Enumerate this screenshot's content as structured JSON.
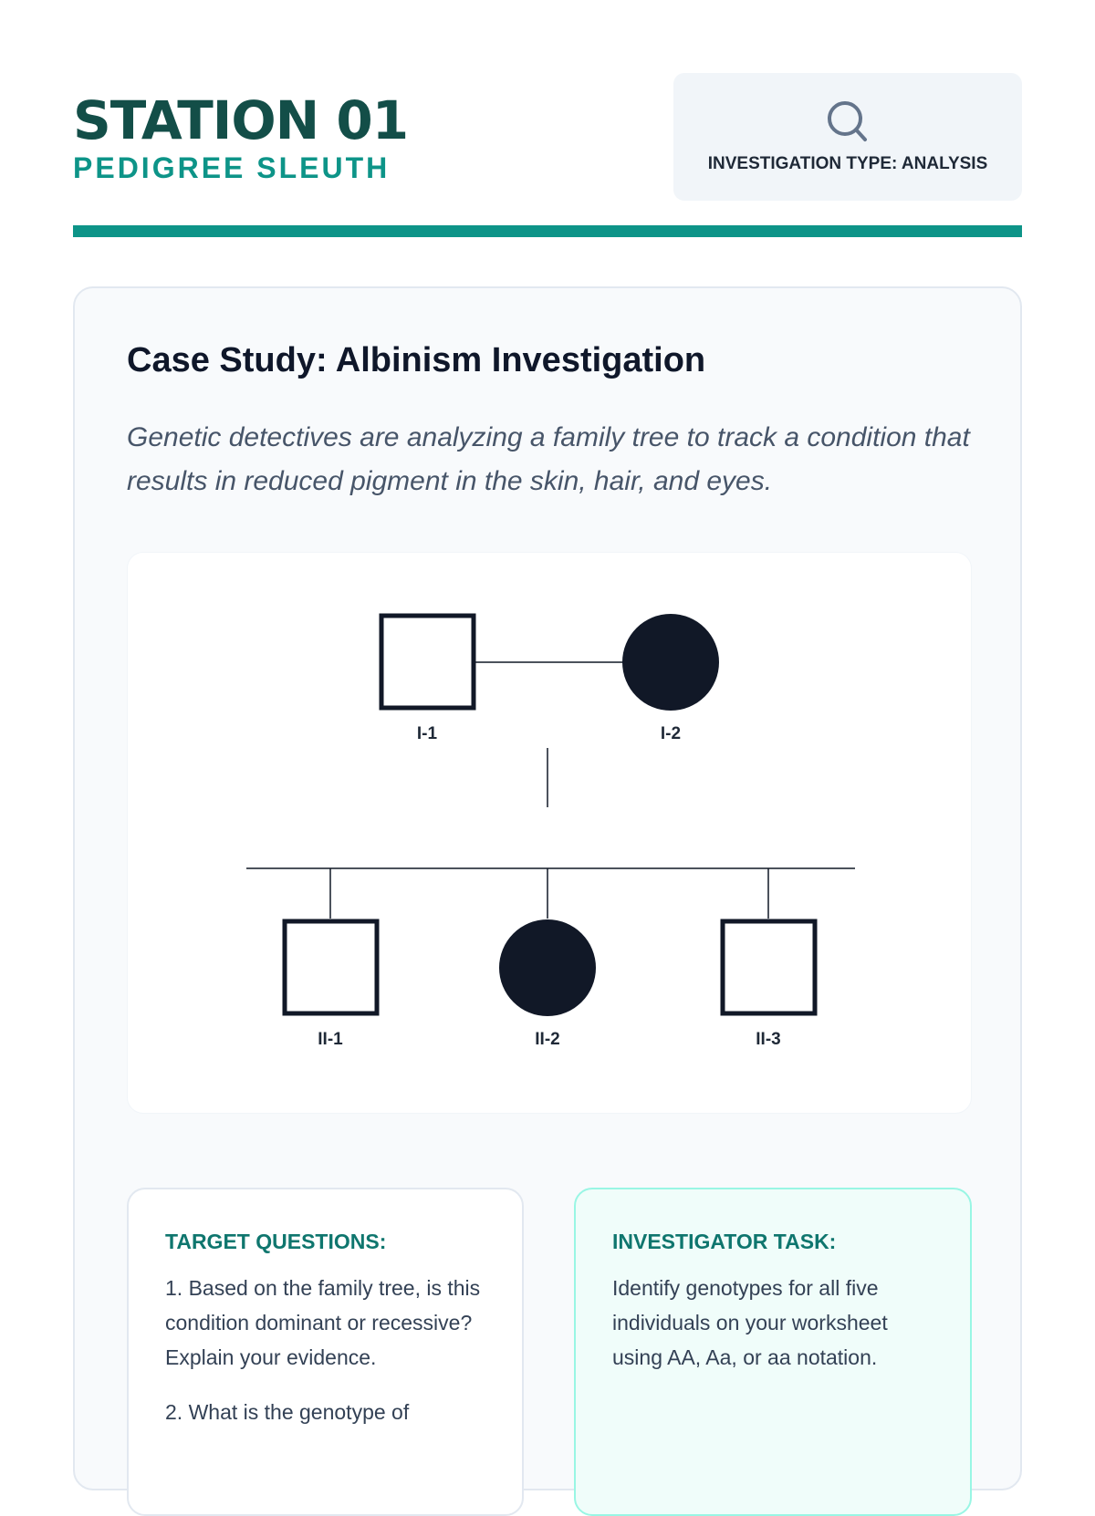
{
  "header": {
    "title": "STATION 01",
    "subtitle": "PEDIGREE SLEUTH",
    "badge_icon": "search-icon",
    "badge_label": "INVESTIGATION TYPE: ANALYSIS"
  },
  "case": {
    "title": "Case Study: Albinism Investigation",
    "description": "Genetic detectives are analyzing a family tree to track a condition that results in reduced pigment in the skin, hair, and eyes."
  },
  "pedigree": {
    "individuals": [
      {
        "id": "I-1",
        "sex": "male",
        "affected": false
      },
      {
        "id": "I-2",
        "sex": "female",
        "affected": true
      },
      {
        "id": "II-1",
        "sex": "male",
        "affected": false
      },
      {
        "id": "II-2",
        "sex": "female",
        "affected": true
      },
      {
        "id": "II-3",
        "sex": "male",
        "affected": false
      }
    ]
  },
  "questions": {
    "heading": "TARGET QUESTIONS:",
    "items": [
      "1. Based on the family tree, is this condition dominant or recessive? Explain your evidence.",
      "2. What is the genotype of"
    ]
  },
  "task": {
    "heading": "INVESTIGATOR TASK:",
    "text": "Identify genotypes for all five individuals on your worksheet using AA, Aa, or aa notation."
  },
  "colors": {
    "primary": "#0d9488",
    "dark": "#134e48",
    "ink": "#0f172a"
  }
}
